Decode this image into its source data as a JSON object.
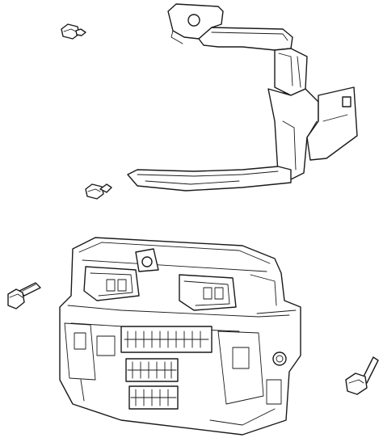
{
  "figure": {
    "kind": "exploded parts diagram",
    "parts": [
      {
        "id": "screw-top-left",
        "icon": "screw-icon"
      },
      {
        "id": "mounting-bracket",
        "icon": "bracket-icon"
      },
      {
        "id": "screw-bracket-lower",
        "icon": "screw-icon"
      },
      {
        "id": "body-control-module",
        "icon": "fuse-box-icon"
      },
      {
        "id": "bolt-left",
        "icon": "bolt-icon"
      },
      {
        "id": "bolt-right",
        "icon": "bolt-icon"
      }
    ],
    "colors": {
      "line": "#1a1a1a",
      "background": "#ffffff"
    }
  }
}
